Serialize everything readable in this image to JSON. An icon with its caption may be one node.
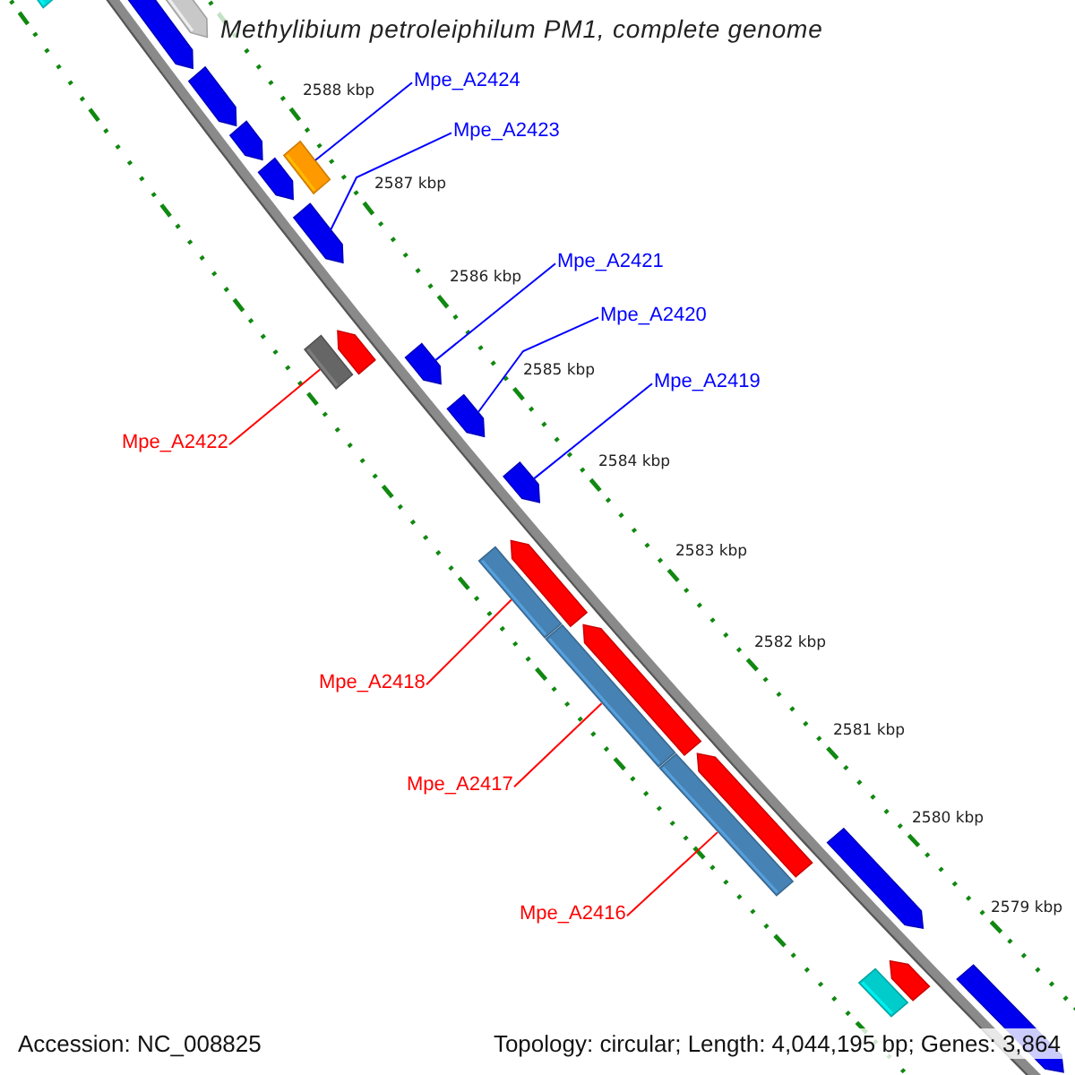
{
  "diagram": {
    "title": "Methylibium petroleiphilum PM1, complete genome",
    "nodes": [
      {
        "text": [
          "Mpe_A2424"
        ]
      },
      {
        "text": [
          "Mpe_A2423"
        ]
      },
      {
        "text": [
          "Mpe_A2421"
        ]
      },
      {
        "text": [
          "Mpe_A2420"
        ]
      },
      {
        "text": [
          "Mpe_A2419"
        ]
      },
      {
        "text": [
          "Mpe_A2422"
        ]
      },
      {
        "text": [
          "Mpe_A2418"
        ]
      },
      {
        "text": [
          "Mpe_A2417"
        ]
      },
      {
        "text": [
          "Mpe_A2416"
        ]
      },
      {
        "text": [],
        "shape": "box"
      },
      {
        "text": [],
        "shape": "pentagon"
      },
      {
        "text": [],
        "shape": "pentagon"
      },
      {
        "text": [],
        "shape": "pentagon"
      },
      {
        "text": [],
        "shape": "pentagon"
      },
      {
        "text": [],
        "shape": "pentagon"
      },
      {
        "text": [],
        "shape": "box"
      },
      {
        "text": [],
        "shape": "pentagon"
      },
      {
        "text": [],
        "shape": "box"
      },
      {
        "text": [],
        "shape": "pentagon"
      },
      {
        "text": [],
        "shape": "pentagon"
      },
      {
        "text": [],
        "shape": "pentagon"
      },
      {
        "text": [],
        "shape": "pentagon"
      },
      {
        "text": [],
        "shape": "box"
      },
      {
        "text": [],
        "shape": "pentagon"
      },
      {
        "text": [],
        "shape": "box"
      },
      {
        "text": [],
        "shape": "pentagon"
      },
      {
        "text": [],
        "shape": "box"
      },
      {
        "text": [],
        "shape": "pentagon"
      },
      {
        "text": [],
        "shape": "pentagon"
      },
      {
        "text": [],
        "shape": "box"
      },
      {
        "text": [],
        "shape": "pentagon"
      },
      {
        "text": [],
        "shape": "pentagon"
      }
    ],
    "edges": [
      {
        "from": 0,
        "to": 15,
        "arrow": "none"
      },
      {
        "from": 1,
        "to": 16,
        "arrow": "none"
      },
      {
        "from": 2,
        "to": 19,
        "arrow": "none"
      },
      {
        "from": 3,
        "to": 20,
        "arrow": "none"
      },
      {
        "from": 4,
        "to": 21,
        "arrow": "none"
      },
      {
        "from": 5,
        "to": 17,
        "arrow": "none",
        "color": "#ff0000"
      },
      {
        "from": 6,
        "to": 22,
        "arrow": "none",
        "color": "#ff0000"
      },
      {
        "from": 7,
        "to": 24,
        "arrow": "none",
        "color": "#ff0000"
      },
      {
        "from": 8,
        "to": 26,
        "arrow": "none",
        "color": "#ff0000"
      }
    ],
    "labels": [
      "2588 kbp",
      "2587 kbp",
      "2586 kbp",
      "2585 kbp",
      "2584 kbp",
      "2583 kbp",
      "2582 kbp",
      "2581 kbp",
      "2580 kbp",
      "2579 kbp",
      "Accession: NC_008825",
      "Topology: circular; Length: 4,044,195 bp; Genes: 3,864"
    ]
  }
}
